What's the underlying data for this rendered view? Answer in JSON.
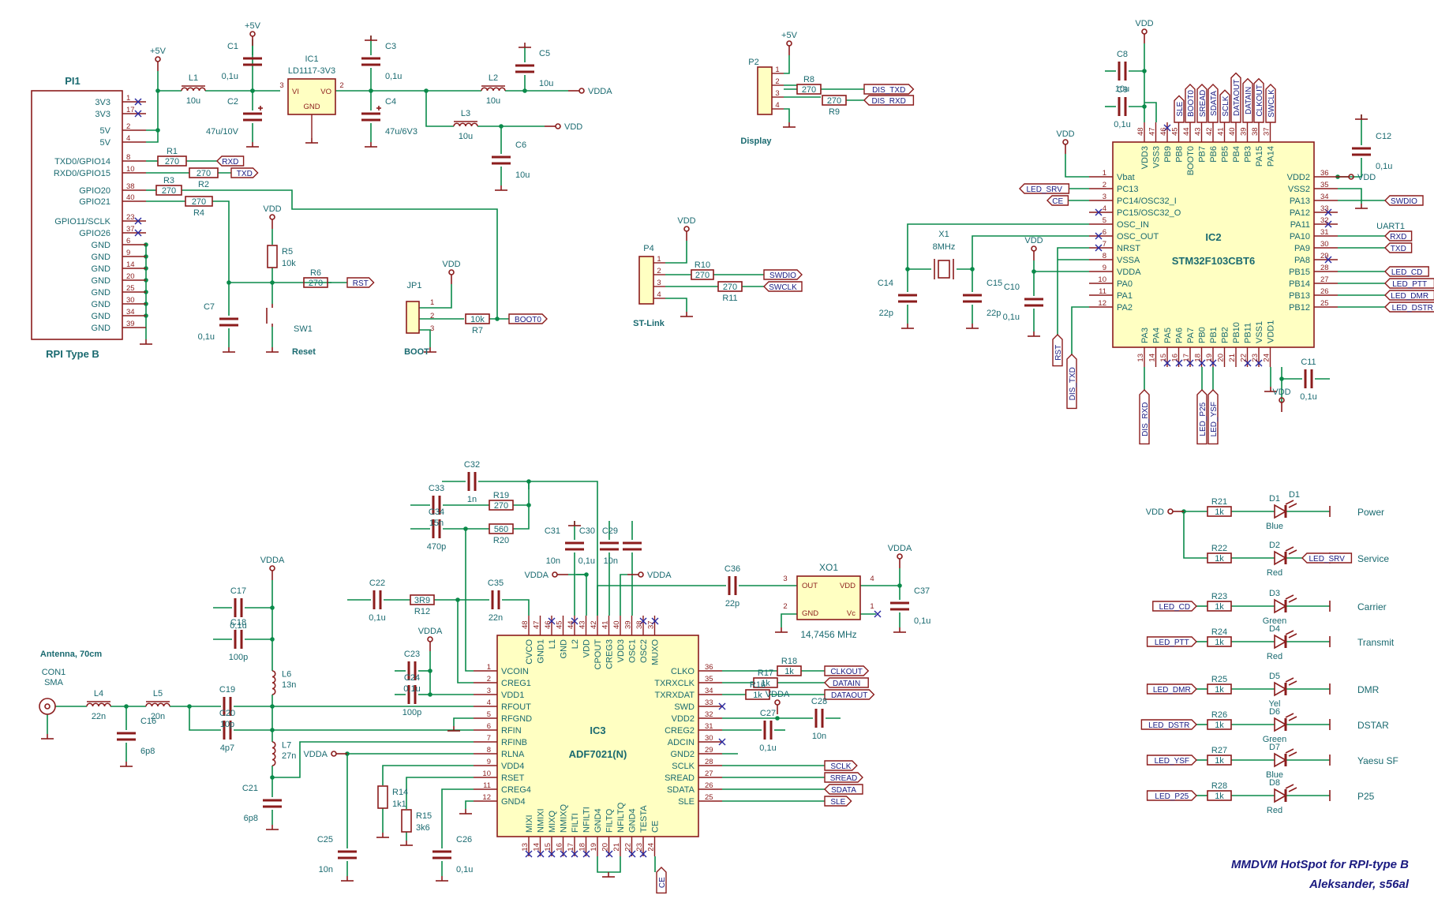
{
  "title": {
    "line1": "MMDVM HotSpot for RPI-type B",
    "line2": "Aleksander, s56al"
  },
  "power": {
    "p5v": "+5V",
    "vdd": "VDD",
    "vdda": "VDDA"
  },
  "rpi": {
    "ref": "PI1",
    "name": "RPI Type B",
    "pins": [
      {
        "num": "1",
        "name": "3V3"
      },
      {
        "num": "17",
        "name": "3V3"
      },
      {
        "num": "2",
        "name": "5V"
      },
      {
        "num": "4",
        "name": "5V"
      },
      {
        "num": "8",
        "name": "TXD0/GPIO14"
      },
      {
        "num": "10",
        "name": "RXD0/GPIO15"
      },
      {
        "num": "38",
        "name": "GPIO20"
      },
      {
        "num": "40",
        "name": "GPIO21"
      },
      {
        "num": "23",
        "name": "GPIO11/SCLK"
      },
      {
        "num": "37",
        "name": "GPIO26"
      },
      {
        "num": "6",
        "name": "GND"
      },
      {
        "num": "9",
        "name": "GND"
      },
      {
        "num": "14",
        "name": "GND"
      },
      {
        "num": "20",
        "name": "GND"
      },
      {
        "num": "25",
        "name": "GND"
      },
      {
        "num": "30",
        "name": "GND"
      },
      {
        "num": "34",
        "name": "GND"
      },
      {
        "num": "39",
        "name": "GND"
      }
    ]
  },
  "supply": {
    "l1": {
      "ref": "L1",
      "val": "10u"
    },
    "c1": {
      "ref": "C1",
      "val": "0,1u"
    },
    "c2": {
      "ref": "C2",
      "val": "47u/10V"
    },
    "ic1": {
      "ref": "IC1",
      "name": "LD1117-3V3",
      "vi": "VI",
      "vo": "VO",
      "gnd": "GND",
      "p3": "3",
      "p2": "2",
      "p1": "1"
    },
    "c3": {
      "ref": "C3",
      "val": "0,1u"
    },
    "c4": {
      "ref": "C4",
      "val": "47u/6V3"
    },
    "l2": {
      "ref": "L2",
      "val": "10u"
    },
    "c5": {
      "ref": "C5",
      "val": "10u"
    },
    "l3": {
      "ref": "L3",
      "val": "10u"
    },
    "c6": {
      "ref": "C6",
      "val": "10u"
    }
  },
  "rpi_parts": {
    "r1": {
      "ref": "R1",
      "val": "270"
    },
    "r2": {
      "ref": "R2",
      "val": "270"
    },
    "r3": {
      "ref": "R3",
      "val": "270"
    },
    "r4": {
      "ref": "R4",
      "val": "270"
    },
    "r5": {
      "ref": "R5",
      "val": "10k"
    },
    "r6": {
      "ref": "R6",
      "val": "270"
    },
    "r7": {
      "ref": "R7",
      "val": "10k"
    },
    "c7": {
      "ref": "C7",
      "val": "0,1u"
    },
    "sw1": {
      "ref": "SW1",
      "name": "Reset"
    },
    "jp1": {
      "ref": "JP1",
      "name": "BOOT",
      "p1": "1",
      "p2": "2",
      "p3": "3"
    }
  },
  "display": {
    "ref": "P2",
    "name": "Display",
    "pins": [
      "1",
      "2",
      "3",
      "4"
    ],
    "r8": {
      "ref": "R8",
      "val": "270"
    },
    "r9": {
      "ref": "R9",
      "val": "270"
    }
  },
  "stlink": {
    "ref": "P4",
    "name": "ST-Link",
    "pins": [
      "1",
      "2",
      "3",
      "4"
    ],
    "r10": {
      "ref": "R10",
      "val": "270"
    },
    "r11": {
      "ref": "R11",
      "val": "270"
    }
  },
  "labels": {
    "rxd": "RXD",
    "txd": "TXD",
    "rst": "RST",
    "boot0": "BOOT0",
    "dis_txd": "DIS_TXD",
    "dis_rxd": "DIS_RXD",
    "swdio": "SWDIO",
    "swclk": "SWCLK",
    "led_srv": "LED_SRV",
    "ce": "CE",
    "led_cd": "LED_CD",
    "led_ptt": "LED_PTT",
    "led_dmr": "LED_DMR",
    "led_dstr": "LED_DSTR",
    "led_p25": "LED_P25",
    "led_ysf": "LED_YSF",
    "sle": "SLE",
    "sread": "SREAD",
    "sdata": "SDATA",
    "sclk": "SCLK",
    "dataout": "DATAOUT",
    "datain": "DATAIN",
    "clkout": "CLKOUT"
  },
  "mcu": {
    "ref": "IC2",
    "name": "STM32F103CBT6",
    "uart": "UART1",
    "left": [
      {
        "num": "1",
        "name": "Vbat"
      },
      {
        "num": "2",
        "name": "PC13"
      },
      {
        "num": "3",
        "name": "PC14/OSC32_I"
      },
      {
        "num": "4",
        "name": "PC15/OSC32_O"
      },
      {
        "num": "5",
        "name": "OSC_IN"
      },
      {
        "num": "6",
        "name": "OSC_OUT"
      },
      {
        "num": "7",
        "name": "NRST"
      },
      {
        "num": "8",
        "name": "VSSA"
      },
      {
        "num": "9",
        "name": "VDDA"
      },
      {
        "num": "10",
        "name": "PA0"
      },
      {
        "num": "11",
        "name": "PA1"
      },
      {
        "num": "12",
        "name": "PA2"
      }
    ],
    "right": [
      {
        "num": "36",
        "name": "VDD2"
      },
      {
        "num": "35",
        "name": "VSS2"
      },
      {
        "num": "34",
        "name": "PA13"
      },
      {
        "num": "33",
        "name": "PA12"
      },
      {
        "num": "32",
        "name": "PA11"
      },
      {
        "num": "31",
        "name": "PA10"
      },
      {
        "num": "30",
        "name": "PA9"
      },
      {
        "num": "29",
        "name": "PA8"
      },
      {
        "num": "28",
        "name": "PB15"
      },
      {
        "num": "27",
        "name": "PB14"
      },
      {
        "num": "26",
        "name": "PB13"
      },
      {
        "num": "25",
        "name": "PB12"
      }
    ],
    "top": [
      {
        "num": "48",
        "name": "VDD3"
      },
      {
        "num": "47",
        "name": "VSS3"
      },
      {
        "num": "46",
        "name": "PB9"
      },
      {
        "num": "45",
        "name": "PB8"
      },
      {
        "num": "44",
        "name": "BOOT0"
      },
      {
        "num": "43",
        "name": "PB7"
      },
      {
        "num": "42",
        "name": "PB6"
      },
      {
        "num": "41",
        "name": "PB5"
      },
      {
        "num": "40",
        "name": "PB4"
      },
      {
        "num": "39",
        "name": "PB3"
      },
      {
        "num": "38",
        "name": "PA15"
      },
      {
        "num": "37",
        "name": "PA14"
      }
    ],
    "bottom": [
      {
        "num": "13",
        "name": "PA3"
      },
      {
        "num": "14",
        "name": "PA4"
      },
      {
        "num": "15",
        "name": "PA5"
      },
      {
        "num": "16",
        "name": "PA6"
      },
      {
        "num": "17",
        "name": "PA7"
      },
      {
        "num": "18",
        "name": "PB0"
      },
      {
        "num": "19",
        "name": "PB1"
      },
      {
        "num": "20",
        "name": "PB2"
      },
      {
        "num": "21",
        "name": "PB10"
      },
      {
        "num": "22",
        "name": "PB11"
      },
      {
        "num": "23",
        "name": "VSS1"
      },
      {
        "num": "24",
        "name": "VDD1"
      }
    ],
    "c8": {
      "ref": "C8",
      "val": "10u"
    },
    "c9": {
      "ref": "C9",
      "val": "0,1u"
    },
    "c10": {
      "ref": "C10",
      "val": "0,1u"
    },
    "c11": {
      "ref": "C11",
      "val": "0,1u"
    },
    "c12": {
      "ref": "C12",
      "val": "0,1u"
    },
    "c14": {
      "ref": "C14",
      "val": "22p"
    },
    "c15": {
      "ref": "C15",
      "val": "22p"
    },
    "x1": {
      "ref": "X1",
      "val": "8MHz"
    }
  },
  "leds": [
    {
      "rref": "R21",
      "rval": "1k",
      "dref": "D1",
      "color": "Blue",
      "name": "Power",
      "src": "VDD"
    },
    {
      "rref": "R22",
      "rval": "1k",
      "dref": "D2",
      "color": "Red",
      "name": "Service",
      "src": "LED_SRV"
    },
    {
      "rref": "R23",
      "rval": "1k",
      "dref": "D3",
      "color": "Green",
      "name": "Carrier",
      "src": "LED_CD"
    },
    {
      "rref": "R24",
      "rval": "1k",
      "dref": "D4",
      "color": "Red",
      "name": "Transmit",
      "src": "LED_PTT"
    },
    {
      "rref": "R25",
      "rval": "1k",
      "dref": "D5",
      "color": "Yel",
      "name": "DMR",
      "src": "LED_DMR"
    },
    {
      "rref": "R26",
      "rval": "1k",
      "dref": "D6",
      "color": "Green",
      "name": "DSTAR",
      "src": "LED_DSTR"
    },
    {
      "rref": "R27",
      "rval": "1k",
      "dref": "D7",
      "color": "Blue",
      "name": "Yaesu SF",
      "src": "LED_YSF"
    },
    {
      "rref": "R28",
      "rval": "1k",
      "dref": "D8",
      "color": "Red",
      "name": "P25",
      "src": "LED_P25"
    }
  ],
  "rf": {
    "ref": "IC3",
    "name": "ADF7021(N)",
    "left": [
      {
        "num": "1",
        "name": "VCOIN"
      },
      {
        "num": "2",
        "name": "CREG1"
      },
      {
        "num": "3",
        "name": "VDD1"
      },
      {
        "num": "4",
        "name": "RFOUT"
      },
      {
        "num": "5",
        "name": "RFGND"
      },
      {
        "num": "6",
        "name": "RFIN"
      },
      {
        "num": "7",
        "name": "RFINB"
      },
      {
        "num": "8",
        "name": "RLNA"
      },
      {
        "num": "9",
        "name": "VDD4"
      },
      {
        "num": "10",
        "name": "RSET"
      },
      {
        "num": "11",
        "name": "CREG4"
      },
      {
        "num": "12",
        "name": "GND4"
      }
    ],
    "right": [
      {
        "num": "36",
        "name": "CLKO"
      },
      {
        "num": "35",
        "name": "TXRXCLK"
      },
      {
        "num": "34",
        "name": "TXRXDAT"
      },
      {
        "num": "33",
        "name": "SWD"
      },
      {
        "num": "32",
        "name": "VDD2"
      },
      {
        "num": "31",
        "name": "CREG2"
      },
      {
        "num": "30",
        "name": "ADCIN"
      },
      {
        "num": "29",
        "name": "GND2"
      },
      {
        "num": "28",
        "name": "SCLK"
      },
      {
        "num": "27",
        "name": "SREAD"
      },
      {
        "num": "26",
        "name": "SDATA"
      },
      {
        "num": "25",
        "name": "SLE"
      }
    ],
    "top": [
      {
        "num": "48",
        "name": "CVCO"
      },
      {
        "num": "47",
        "name": "GND1"
      },
      {
        "num": "46",
        "name": "L1"
      },
      {
        "num": "45",
        "name": "GND"
      },
      {
        "num": "44",
        "name": "L2"
      },
      {
        "num": "43",
        "name": "VDD"
      },
      {
        "num": "42",
        "name": "CPOUT"
      },
      {
        "num": "41",
        "name": "CREG3"
      },
      {
        "num": "40",
        "name": "VDD3"
      },
      {
        "num": "39",
        "name": "OSC1"
      },
      {
        "num": "38",
        "name": "OSC2"
      },
      {
        "num": "37",
        "name": "MUXO"
      }
    ],
    "bottom": [
      {
        "num": "13",
        "name": "MIXI"
      },
      {
        "num": "14",
        "name": "NMIXI"
      },
      {
        "num": "15",
        "name": "MIXQ"
      },
      {
        "num": "16",
        "name": "NMIXQ"
      },
      {
        "num": "17",
        "name": "FILTI"
      },
      {
        "num": "18",
        "name": "NFILTI"
      },
      {
        "num": "19",
        "name": "GND4"
      },
      {
        "num": "20",
        "name": "FILTQ"
      },
      {
        "num": "21",
        "name": "NFILTQ"
      },
      {
        "num": "22",
        "name": "GND4"
      },
      {
        "num": "23",
        "name": "TESTA"
      },
      {
        "num": "24",
        "name": "CE"
      }
    ],
    "antenna": {
      "title": "Antenna, 70cm",
      "ref": "CON1",
      "type": "SMA",
      "p1": "1",
      "p2": "2"
    },
    "parts": {
      "l4": {
        "ref": "L4",
        "val": "22n"
      },
      "l5": {
        "ref": "L5",
        "val": "20n"
      },
      "l6": {
        "ref": "L6",
        "val": "13n"
      },
      "l7": {
        "ref": "L7",
        "val": "27n"
      },
      "c16": {
        "ref": "C16",
        "val": "6p8"
      },
      "c17": {
        "ref": "C17",
        "val": "0,1u"
      },
      "c18": {
        "ref": "C18",
        "val": "100p"
      },
      "c19": {
        "ref": "C19",
        "val": "10p"
      },
      "c20": {
        "ref": "C20",
        "val": "4p7"
      },
      "c21": {
        "ref": "C21",
        "val": "6p8"
      },
      "c22": {
        "ref": "C22",
        "val": "0,1u"
      },
      "c23": {
        "ref": "C23",
        "val": "0,1u"
      },
      "c24": {
        "ref": "C24",
        "val": "100p"
      },
      "c25": {
        "ref": "C25",
        "val": "10n"
      },
      "c26": {
        "ref": "C26",
        "val": "0,1u"
      },
      "c27": {
        "ref": "C27",
        "val": "0,1u"
      },
      "c28": {
        "ref": "C28",
        "val": "10n"
      },
      "c29": {
        "ref": "C29",
        "val": "10n"
      },
      "c30": {
        "ref": "C30",
        "val": "0,1u"
      },
      "c31": {
        "ref": "C31",
        "val": "10n"
      },
      "c32": {
        "ref": "C32",
        "val": "1n"
      },
      "c33": {
        "ref": "C33",
        "val": "15n"
      },
      "c34": {
        "ref": "C34",
        "val": "470p"
      },
      "c35": {
        "ref": "C35",
        "val": "22n"
      },
      "c36": {
        "ref": "C36",
        "val": "22p"
      },
      "c37": {
        "ref": "C37",
        "val": "0,1u"
      },
      "r12": {
        "ref": "R12",
        "val": "3R9"
      },
      "r14": {
        "ref": "R14",
        "val": "1k1"
      },
      "r15": {
        "ref": "R15",
        "val": "3k6"
      },
      "r16": {
        "ref": "R16",
        "val": "1k"
      },
      "r17": {
        "ref": "R17",
        "val": "1k"
      },
      "r18": {
        "ref": "R18",
        "val": "1k"
      },
      "r19": {
        "ref": "R19",
        "val": "270"
      },
      "r20": {
        "ref": "R20",
        "val": "560"
      }
    },
    "xo1": {
      "ref": "XO1",
      "val": "14,7456 MHz",
      "out": "OUT",
      "vdd": "VDD",
      "gnd": "GND",
      "vc": "Vc",
      "p1": "1",
      "p2": "2",
      "p3": "3",
      "p4": "4"
    }
  }
}
